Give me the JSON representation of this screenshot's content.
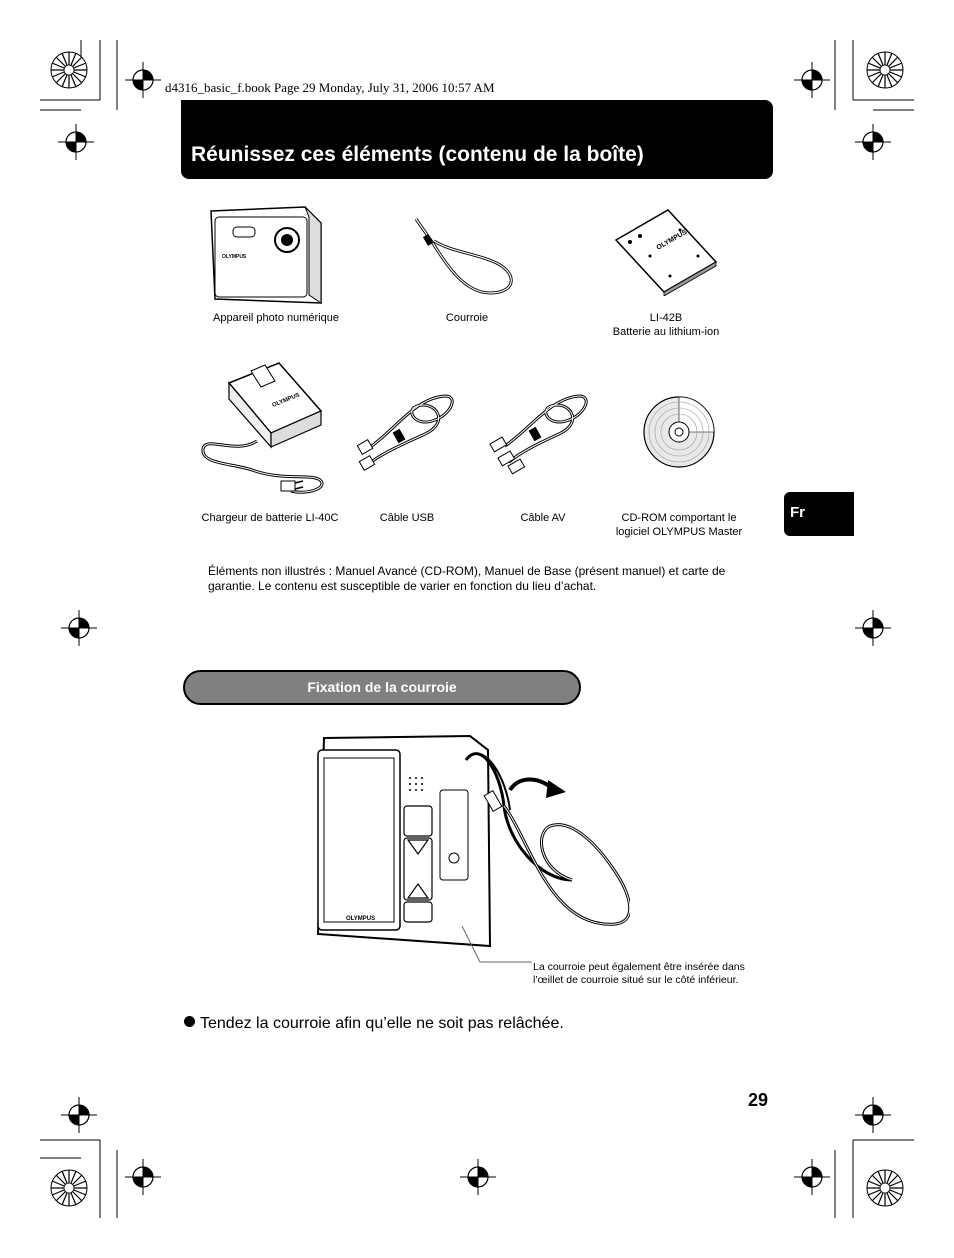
{
  "book_header": "d4316_basic_f.book  Page 29  Monday, July 31, 2006  10:57 AM",
  "title": "Réunissez ces éléments (contenu de la boîte)",
  "items": [
    {
      "caption": "Appareil photo numérique",
      "icon": "camera-icon"
    },
    {
      "caption": "Courroie",
      "icon": "strap-icon"
    },
    {
      "caption_line1": "LI-42B",
      "caption_line2": "Batterie au lithium-ion",
      "icon": "battery-icon"
    },
    {
      "caption": "Chargeur de batterie LI-40C",
      "icon": "charger-icon"
    },
    {
      "caption": "Câble USB",
      "icon": "usb-cable-icon"
    },
    {
      "caption": "Câble AV",
      "icon": "av-cable-icon"
    },
    {
      "caption_line1": "CD-ROM comportant le",
      "caption_line2": "logiciel OLYMPUS Master",
      "icon": "cd-rom-icon"
    }
  ],
  "brand_labels": {
    "camera": "OLYMPUS",
    "battery": "OLYMPUS",
    "charger": "OLYMPUS"
  },
  "lang_tab": "Fr",
  "note": "Éléments non illustrés : Manuel Avancé (CD-ROM), Manuel de Base (présent manuel) et carte de garantie. Le contenu est susceptible de varier en fonction du lieu d’achat.",
  "section": "Fixation de la courroie",
  "strap_note": "La courroie peut également être insérée dans l’œillet de courroie situé sur le côté inférieur.",
  "bullet": "Tendez la courroie afin qu’elle ne soit pas relâchée.",
  "page_number": "29",
  "colors": {
    "title_bg": "#000000",
    "pill_bg": "#808080",
    "tab_bg": "#000000"
  }
}
